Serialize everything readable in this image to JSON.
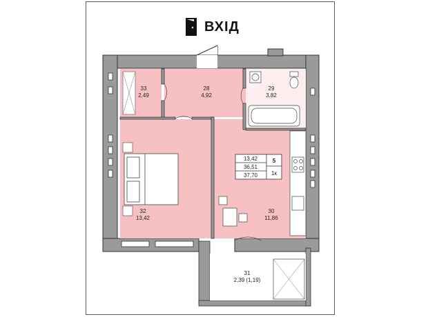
{
  "entry": {
    "label": "ВХІД",
    "icon": "door-icon"
  },
  "colors": {
    "room_fill": "#f7c1c3",
    "wall": "#9a9a9a",
    "wall_stroke": "#333333"
  },
  "rooms": {
    "r33": {
      "number": "33",
      "area": "2,49"
    },
    "r28": {
      "number": "28",
      "area": "4,92"
    },
    "r29": {
      "number": "29",
      "area": "3,82"
    },
    "r32": {
      "number": "32",
      "area": "13,42"
    },
    "r30": {
      "number": "30",
      "area": "11,86"
    },
    "r31": {
      "number": "31",
      "area": "2,39 (1,19)"
    }
  },
  "summary": {
    "living_area": "13,42",
    "total_area": "36,51",
    "total_with_balcony": "37,70",
    "apartment_number": "5",
    "rooms_count": "1к"
  }
}
